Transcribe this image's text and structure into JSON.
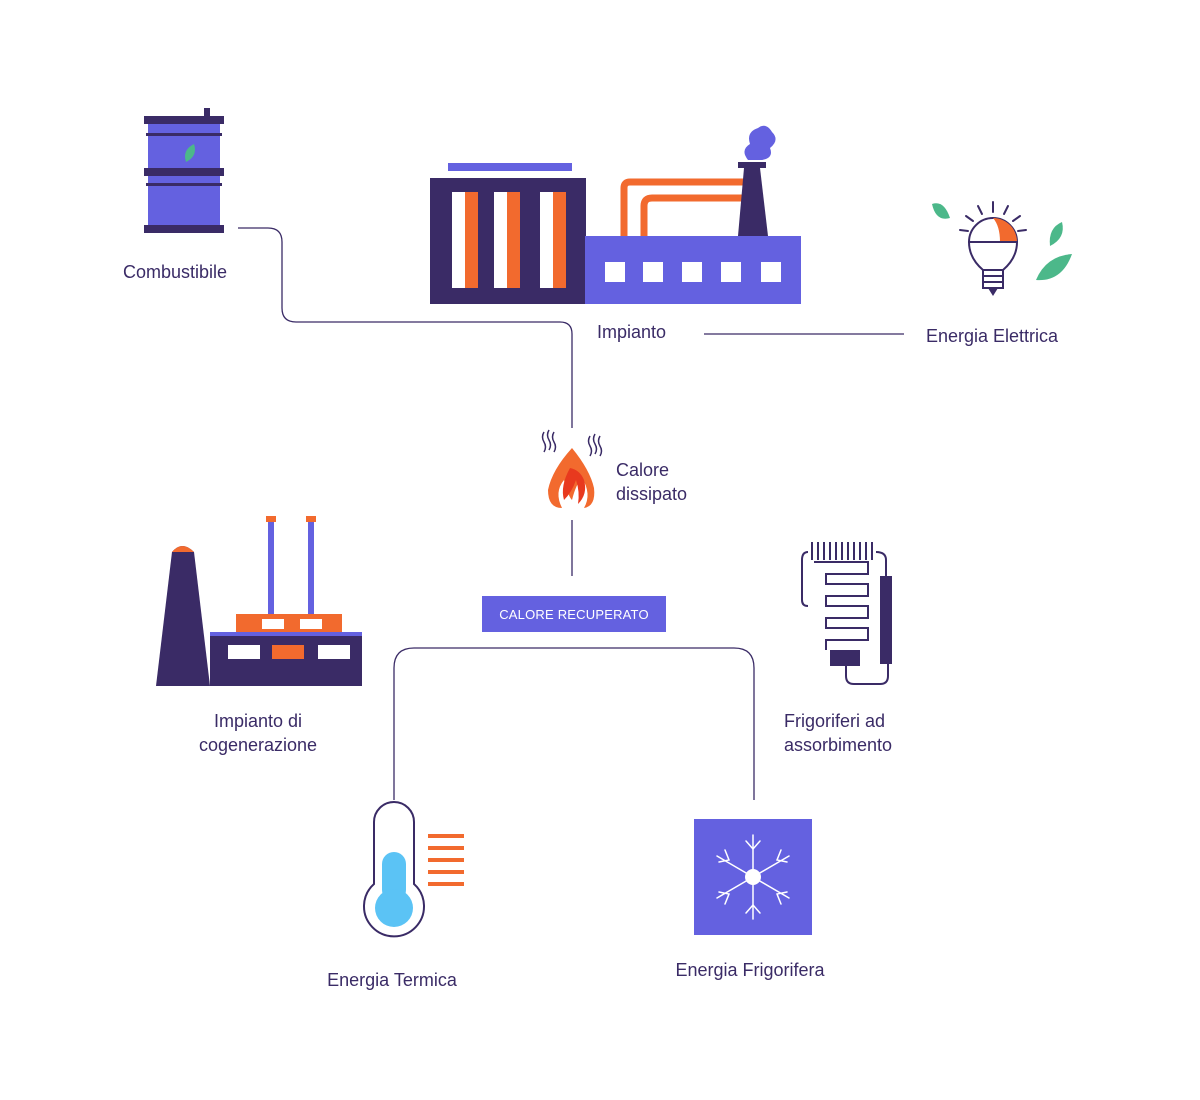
{
  "colors": {
    "line": "#3a2b66",
    "dark_purple": "#3a2b66",
    "blue_purple": "#6461e0",
    "orange": "#f26a2e",
    "green": "#4cb88a",
    "light_blue": "#5bc3f5"
  },
  "nodes": {
    "combustibile": {
      "label": "Combustibile",
      "icon": "fuel-barrel-icon"
    },
    "impianto": {
      "label": "Impianto",
      "icon": "power-plant-icon"
    },
    "energia_elettrica": {
      "label": "Energia Elettrica",
      "icon": "light-bulb-icon"
    },
    "calore_dissipato": {
      "line1": "Calore",
      "line2": "dissipato",
      "icon": "flame-icon"
    },
    "calore_recuperato": {
      "label": "CALORE RECUPERATO"
    },
    "impianto_cogenerazione": {
      "line1": "Impianto di",
      "line2": "cogenerazione",
      "icon": "cogeneration-plant-icon"
    },
    "frigoriferi": {
      "line1": "Frigoriferi ad",
      "line2": "assorbimento",
      "icon": "absorption-chiller-icon"
    },
    "energia_termica": {
      "label": "Energia Termica",
      "icon": "thermometer-icon"
    },
    "energia_frigorifera": {
      "label": "Energia Frigorifera",
      "icon": "snowflake-icon"
    }
  }
}
